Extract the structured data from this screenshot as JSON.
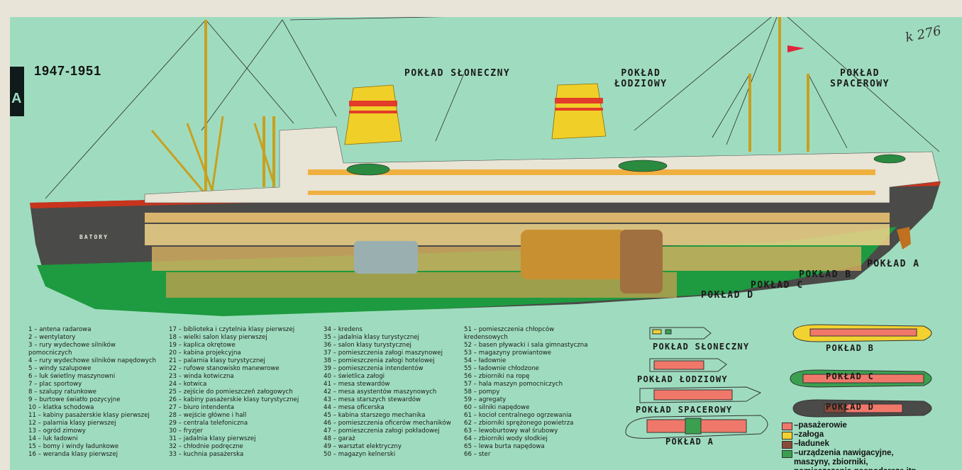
{
  "header": {
    "year": "1947-1951",
    "handwriting": "k 276",
    "edge_text": "A"
  },
  "decks": {
    "sloneczny": "POKŁAD SŁONECZNY",
    "lodziowy_1": "POKŁAD",
    "lodziowy_2": "ŁODZIOWY",
    "spacerowy_1": "POKŁAD",
    "spacerowy_2": "SPACEROWY",
    "a": "POKŁAD A",
    "b": "POKŁAD B",
    "c": "POKŁAD C",
    "d": "POKŁAD D"
  },
  "ship_name": "BATORY",
  "legend_col1": [
    "1 – antena radarowa",
    "2 – wentylatory",
    "3 – rury wydechowe silników",
    "      pomocniczych",
    "4 – rury wydechowe silników napędowych",
    "5 – windy szalupowe",
    "6 – luk świetlny maszynowni",
    "7 – plac sportowy",
    "8 – szalupy ratunkowe",
    "9 – burtowe światło pozycyjne",
    "10 – klatka schodowa",
    "11 – kabiny pasażerskie klasy pierwszej",
    "12 – palarnia klasy pierwszej",
    "13 – ogród zimowy",
    "14 – luk ładowni",
    "15 – bomy i windy ładunkowe",
    "16 – weranda klasy pierwszej"
  ],
  "legend_col2": [
    "17 – biblioteka i czytelnia klasy pierwszej",
    "18 – wielki salon klasy pierwszej",
    "19 – kaplica okrętowe",
    "20 – kabina projekcyjna",
    "21 – palarnia klasy turystycznej",
    "22 – rufowe stanowisko manewrowe",
    "23 – winda kotwiczna",
    "24 – kotwica",
    "25 – zejście do pomieszczeń załogowych",
    "26 – kabiny pasażerskie klasy turystycznej",
    "27 – biuro intendenta",
    "28 – wejście główne i hall",
    "29 – centrala telefoniczna",
    "30 – fryzjer",
    "31 – jadalnia klasy pierwszej",
    "32 – chłodnie podręczne",
    "33 – kuchnia pasażerska"
  ],
  "legend_col3": [
    "34 – kredens",
    "35 – jadalnia klasy turystycznej",
    "36 – salon klasy turystycznej",
    "37 – pomieszczenia załogi maszynowej",
    "38 – pomieszczenia załogi hotelowej",
    "39 – pomieszczenia intendentów",
    "40 – świetlica załogi",
    "41 – mesa stewardów",
    "42 – mesa asystentów maszynowych",
    "43 – mesa starszych stewardów",
    "44 – mesa oficerska",
    "45 – kabina starszego mechanika",
    "46 – pomieszczenia oficerów mechaników",
    "47 – pomieszczenia załogi pokładowej",
    "48 – garaż",
    "49 – warsztat elektryczny",
    "50 – magazyn kelnerski"
  ],
  "legend_col4": [
    "51 – pomieszczenia chłopców",
    "        kredensowych",
    "52 – basen pływacki i sala gimnastyczna",
    "53 – magazyny prowiantowe",
    "54 – ładownie",
    "55 – ładownie chłodzone",
    "56 – zbiorniki na ropę",
    "57 – hala maszyn pomocniczych",
    "58 – pompy",
    "59 – agregaty",
    "60 – silniki napędowe",
    "61 – kocioł centralnego ogrzewania",
    "62 – zbiorniki sprężonego powietrza",
    "63 – lewoburtowy wał śrubowy",
    "64 – zbiorniki wody słodkiej",
    "65 – lewa burta napędowa",
    "66 – ster"
  ],
  "key": [
    {
      "label": "–pasażerowie",
      "color": "#f0786a"
    },
    {
      "label": "–załoga",
      "color": "#f2d230"
    },
    {
      "label": "–ładunek",
      "color": "#8a4a3a"
    },
    {
      "label": "–urządzenia nawigacyjne,",
      "color": "#3aa050"
    },
    {
      "label": "  maszyny, zbiorniki,",
      "color": ""
    },
    {
      "label": "  pomieszczenia gospodarcze itp.",
      "color": ""
    }
  ],
  "colors": {
    "background": "#9fdcbf",
    "hull_green": "#1e9a40",
    "hull_dark": "#4a4a48",
    "funnel": "#f0d028",
    "superstructure": "#e8e4d6"
  }
}
